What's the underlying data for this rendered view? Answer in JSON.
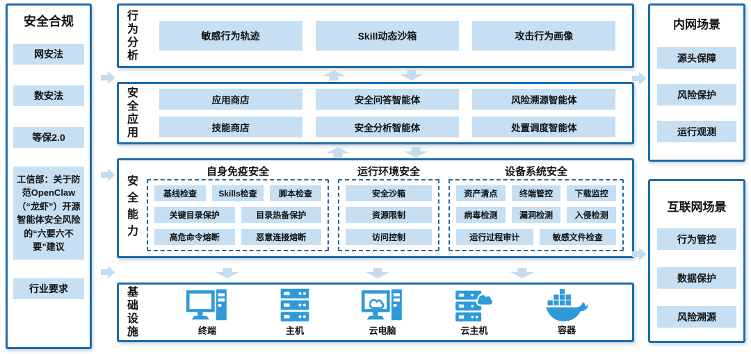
{
  "colors": {
    "panel_border": "#1b6cab",
    "box_fill": "#c6dff3",
    "icon_blue": "#2e9ad9",
    "arrow_fill": "#c5dcf1",
    "text": "#111111"
  },
  "compliance_panel": {
    "title": "安全合规",
    "items": [
      "网安法",
      "数安法",
      "等保2.0",
      "工信部：关于防范OpenClaw（“龙虾”）开源智能体安全风险的“六要六不要”建议",
      "行业要求"
    ]
  },
  "behavior_panel": {
    "label": "行为分析",
    "items": [
      "敏感行为轨迹",
      "Skill动态沙箱",
      "攻击行为画像"
    ]
  },
  "apps_panel": {
    "label": "安全应用",
    "rows": [
      [
        "应用商店",
        "安全问答智能体",
        "风险溯源智能体"
      ],
      [
        "技能商店",
        "安全分析智能体",
        "处置调度智能体"
      ]
    ]
  },
  "caps_panel": {
    "label": "安全能力",
    "groups": [
      {
        "title": "自身免疫安全",
        "rows": [
          [
            "基线检查",
            "Skills检查",
            "脚本检查"
          ],
          [
            "关键目录保护",
            "目录热备保护"
          ],
          [
            "高危命令熔断",
            "恶意连接熔断"
          ]
        ]
      },
      {
        "title": "运行环境安全",
        "rows": [
          [
            "安全沙箱"
          ],
          [
            "资源限制"
          ],
          [
            "访问控制"
          ]
        ]
      },
      {
        "title": "设备系统安全",
        "rows": [
          [
            "资产清点",
            "终端管控",
            "下载监控"
          ],
          [
            "病毒检测",
            "漏洞检测",
            "入侵检测"
          ],
          [
            "运行过程审计",
            "敏感文件检查"
          ]
        ]
      }
    ]
  },
  "infra_panel": {
    "label": "基础设施",
    "items": [
      {
        "icon": "desktop-icon",
        "label": "终端"
      },
      {
        "icon": "server-icon",
        "label": "主机"
      },
      {
        "icon": "cloud-desktop-icon",
        "label": "云电脑"
      },
      {
        "icon": "cloud-server-icon",
        "label": "云主机"
      },
      {
        "icon": "docker-whale-icon",
        "label": "容器"
      }
    ]
  },
  "intranet_panel": {
    "title": "内网场景",
    "items": [
      "源头保障",
      "风险保护",
      "运行观测"
    ]
  },
  "internet_panel": {
    "title": "互联网场景",
    "items": [
      "行为管控",
      "数据保护",
      "风险溯源"
    ]
  }
}
